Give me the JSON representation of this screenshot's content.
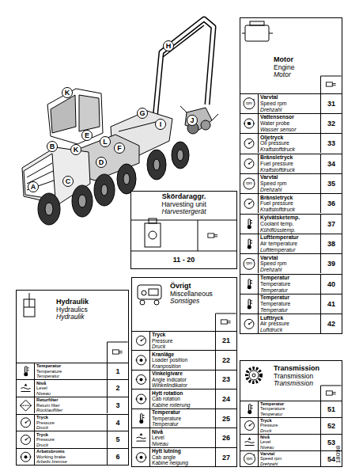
{
  "diagram": {
    "nodes": [
      {
        "text": [
          "H"
        ]
      },
      {
        "text": [
          "K"
        ]
      },
      {
        "text": [
          "G"
        ]
      },
      {
        "text": [
          "J"
        ]
      },
      {
        "text": [
          "I"
        ]
      },
      {
        "text": [
          "E"
        ]
      },
      {
        "text": [
          "L"
        ]
      },
      {
        "text": [
          "B"
        ]
      },
      {
        "text": [
          "F"
        ]
      },
      {
        "text": [
          "K"
        ]
      },
      {
        "text": [
          "D"
        ]
      },
      {
        "text": [
          "C"
        ]
      },
      {
        "text": [
          "A"
        ]
      },
      {
        "text": [
          "Motor",
          "Engine",
          "Motor"
        ]
      },
      {
        "text": [
          "Varvtal",
          "Speed rpm",
          "Drehzahl",
          "31"
        ],
        "in": 13
      },
      {
        "text": [
          "Vattensensor",
          "Water probe",
          "Wasser sensor",
          "32"
        ],
        "in": 13
      },
      {
        "text": [
          "Oljetryck",
          "Oil pressure",
          "Kraftstoffdruck",
          "33"
        ],
        "in": 13
      },
      {
        "text": [
          "Bränsletryck",
          "Fuel pressure",
          "Kraftstoffdruck",
          "34"
        ],
        "in": 13
      },
      {
        "text": [
          "Varvtal",
          "Speed rpm",
          "Drehzahl",
          "35"
        ],
        "in": 13
      },
      {
        "text": [
          "Bränsletryck",
          "Fuel pressure",
          "Kraftstoffdruck",
          "36"
        ],
        "in": 13
      },
      {
        "text": [
          "Kylvätsketemp.",
          "Coolant temp.",
          "Kühlflüsstemp.",
          "37"
        ],
        "in": 13
      },
      {
        "text": [
          "Lufttemperatur",
          "Air temperature",
          "Lufttemperatur",
          "38"
        ],
        "in": 13
      },
      {
        "text": [
          "Varvtal",
          "Speed rpm",
          "Drehzahl",
          "39"
        ],
        "in": 13
      },
      {
        "text": [
          "Temperatur",
          "Temperature",
          "Temperatur",
          "40"
        ],
        "in": 13
      },
      {
        "text": [
          "Temperatur",
          "Temperature",
          "Temperatur",
          "41"
        ],
        "in": 13
      },
      {
        "text": [
          "Lufttryck",
          "Air pressure",
          "Luftdruck",
          "42"
        ],
        "in": 13
      },
      {
        "text": [
          "Skördaraggr.",
          "Harvesting unit",
          "Harvestergerät",
          "11 - 20"
        ]
      },
      {
        "text": [
          "Hydraulik",
          "Hydraulics",
          "Hydraulik"
        ]
      },
      {
        "text": [
          "Temperatur",
          "Temperature",
          "Temperatur",
          "1"
        ],
        "in": 27
      },
      {
        "text": [
          "Nivå",
          "Level",
          "Niveau",
          "2"
        ],
        "in": 27
      },
      {
        "text": [
          "Returfilter",
          "Return filter",
          "Rücklauffilter",
          "3"
        ],
        "in": 27
      },
      {
        "text": [
          "Tryck",
          "Pressure",
          "Druck",
          "4"
        ],
        "in": 27
      },
      {
        "text": [
          "Tryck",
          "Pressure",
          "Druck",
          "5"
        ],
        "in": 27
      },
      {
        "text": [
          "Arbetsbroms",
          "Working brake",
          "Arbeits bremse",
          "6"
        ],
        "in": 27
      },
      {
        "text": [
          "Övrigt",
          "Miscellaneous",
          "Sonstiges"
        ]
      },
      {
        "text": [
          "Tryck",
          "Pressure",
          "Druck",
          "21"
        ],
        "in": 34
      },
      {
        "text": [
          "Kranläge",
          "Loader position",
          "Kranposition",
          "22"
        ],
        "in": 34
      },
      {
        "text": [
          "Vinkelgivare",
          "Angle indicator",
          "Winkelindikator",
          "23"
        ],
        "in": 34
      },
      {
        "text": [
          "Hytt rotation",
          "Cab rotation",
          "Kabine rotierung",
          "24"
        ],
        "in": 34
      },
      {
        "text": [
          "Temperatur",
          "Temperature",
          "Temperatur",
          "25"
        ],
        "in": 34
      },
      {
        "text": [
          "Nivå",
          "Level",
          "Niveau",
          "26"
        ],
        "in": 34
      },
      {
        "text": [
          "Hytt lutning",
          "Cab angle",
          "Kabine neigung",
          "27"
        ],
        "in": 34
      },
      {
        "text": [
          "Transmission",
          "Transmission",
          "Transmission"
        ]
      },
      {
        "text": [
          "Temperatur",
          "Temperature",
          "Temperatur",
          "51"
        ],
        "in": 42
      },
      {
        "text": [
          "Tryck",
          "Pressure",
          "Druck",
          "52"
        ],
        "in": 42
      },
      {
        "text": [
          "Nivå",
          "Level",
          "Niveau",
          "53"
        ],
        "in": 42
      },
      {
        "text": [
          "Varvtal",
          "Speed rpm",
          "Drehzahl",
          "54"
        ],
        "in": 42
      }
    ],
    "labels": [
      "rpm",
      "%",
      "rpm",
      "rpm",
      "rpm",
      "18098"
    ]
  }
}
